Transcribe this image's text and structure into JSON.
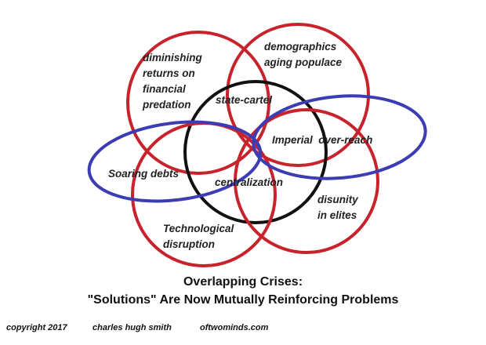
{
  "colors": {
    "red": "#c8232c",
    "blue": "#3c3cb4",
    "black": "#111111"
  },
  "labels": {
    "financial": [
      "diminishing",
      "returns on",
      "financial",
      "predation"
    ],
    "demographics": [
      "demographics",
      "aging populace"
    ],
    "state_cartel": "state-cartel",
    "imperial": "Imperial  over-reach",
    "soaring_debts": "Soaring debts",
    "centralization": "centralization",
    "disunity": [
      "disunity",
      "in elites"
    ],
    "technological": [
      "Technological",
      "disruption"
    ]
  },
  "title": {
    "line1": "Overlapping Crises:",
    "line2": "\"Solutions\" Are Now Mutually Reinforcing Problems"
  },
  "footer": {
    "copyright": "copyright 2017",
    "author": "charles hugh smith",
    "site": "oftwominds.com"
  }
}
